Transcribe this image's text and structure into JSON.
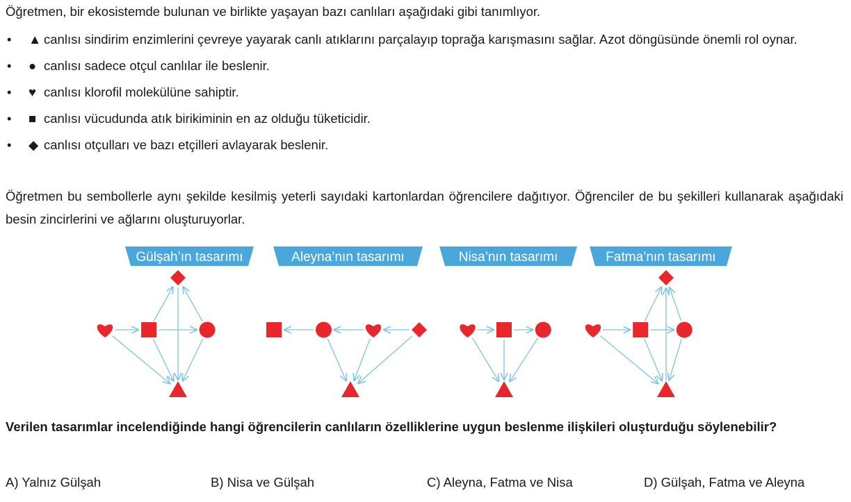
{
  "intro": "Öğretmen, bir ekosistemde bulunan ve birlikte yaşayan bazı canlıları aşağıdaki gibi tanımlıyor.",
  "bullet_glyph": "•",
  "bullets": [
    {
      "symbol": "▲",
      "text": "canlısı sindirim enzimlerini çevreye yayarak canlı atıklarını parçalayıp toprağa karışmasını sağlar. Azot döngüsünde önemli rol oynar."
    },
    {
      "symbol": "●",
      "text": "canlısı sadece otçul canlılar ile beslenir."
    },
    {
      "symbol": "♥",
      "text": "canlısı klorofil molekülüne sahiptir."
    },
    {
      "symbol": "■",
      "text": "canlısı vücudunda atık birikiminin en az olduğu tüketicidir."
    },
    {
      "symbol": "◆",
      "text": "canlısı otçulları ve bazı etçilleri avlayarak beslenir."
    }
  ],
  "paragraph2": "Öğretmen bu sembollerle aynı şekilde kesilmiş yeterli sayıdaki kartonlardan öğrencilere dağıtıyor. Öğrenciler de bu şekilleri kullanarak aşağıdaki besin zincirlerini ve ağlarını oluşturuyorlar.",
  "colors": {
    "symbol": "#e8262b",
    "arrow": "#7ec4e4",
    "label_bg": "#4aa7dc",
    "text": "#1a1a1a"
  },
  "designs": [
    {
      "title": "Gülşah’ın tasarımı",
      "nodes": [
        {
          "shape": "diamond",
          "x": 0.0,
          "y": 1.0
        },
        {
          "shape": "heart",
          "x": -1.0,
          "y": 0.0
        },
        {
          "shape": "square",
          "x": -0.4,
          "y": 0.0
        },
        {
          "shape": "circle",
          "x": 0.4,
          "y": 0.0
        },
        {
          "shape": "triangle",
          "x": 0.0,
          "y": -1.0
        }
      ],
      "edges": [
        [
          1,
          2
        ],
        [
          2,
          3
        ],
        [
          2,
          0
        ],
        [
          3,
          0
        ],
        [
          1,
          4
        ],
        [
          2,
          4
        ],
        [
          3,
          4
        ],
        [
          0,
          4
        ]
      ]
    },
    {
      "title": "Aleyna’nın tasarımı",
      "nodes": [
        {
          "shape": "square",
          "x": -1.0,
          "y": 0.0
        },
        {
          "shape": "circle",
          "x": -0.35,
          "y": 0.0
        },
        {
          "shape": "heart",
          "x": 0.3,
          "y": 0.0
        },
        {
          "shape": "diamond",
          "x": 0.9,
          "y": 0.0
        },
        {
          "shape": "triangle",
          "x": 0.0,
          "y": -1.0
        }
      ],
      "edges": [
        [
          1,
          0
        ],
        [
          2,
          1
        ],
        [
          3,
          2
        ],
        [
          1,
          4
        ],
        [
          2,
          4
        ],
        [
          3,
          4
        ]
      ]
    },
    {
      "title": "Nisa’nın tasarımı",
      "nodes": [
        {
          "shape": "heart",
          "x": -0.7,
          "y": 0.0
        },
        {
          "shape": "square",
          "x": 0.0,
          "y": 0.0
        },
        {
          "shape": "circle",
          "x": 0.75,
          "y": 0.0
        },
        {
          "shape": "triangle",
          "x": 0.0,
          "y": -1.0
        }
      ],
      "edges": [
        [
          0,
          1
        ],
        [
          1,
          2
        ],
        [
          0,
          3
        ],
        [
          1,
          3
        ],
        [
          2,
          3
        ]
      ]
    },
    {
      "title": "Fatma’nın tasarımı",
      "nodes": [
        {
          "shape": "diamond",
          "x": 0.0,
          "y": 1.0
        },
        {
          "shape": "heart",
          "x": -1.0,
          "y": 0.0
        },
        {
          "shape": "square",
          "x": -0.35,
          "y": 0.0
        },
        {
          "shape": "circle",
          "x": 0.25,
          "y": 0.0
        },
        {
          "shape": "triangle",
          "x": 0.0,
          "y": -1.0
        }
      ],
      "edges": [
        [
          1,
          2
        ],
        [
          2,
          3
        ],
        [
          2,
          0
        ],
        [
          3,
          0
        ],
        [
          4,
          0
        ],
        [
          1,
          4
        ],
        [
          2,
          4
        ],
        [
          3,
          4
        ]
      ]
    }
  ],
  "question": "Verilen tasarımlar incelendiğinde hangi öğrencilerin canlıların özelliklerine uygun beslenme ilişkileri oluşturduğu söylenebilir?",
  "choices": [
    "A) Yalnız Gülşah",
    "B) Nisa ve Gülşah",
    "C) Aleyna, Fatma ve Nisa",
    "D) Gülşah, Fatma ve Aleyna"
  ]
}
